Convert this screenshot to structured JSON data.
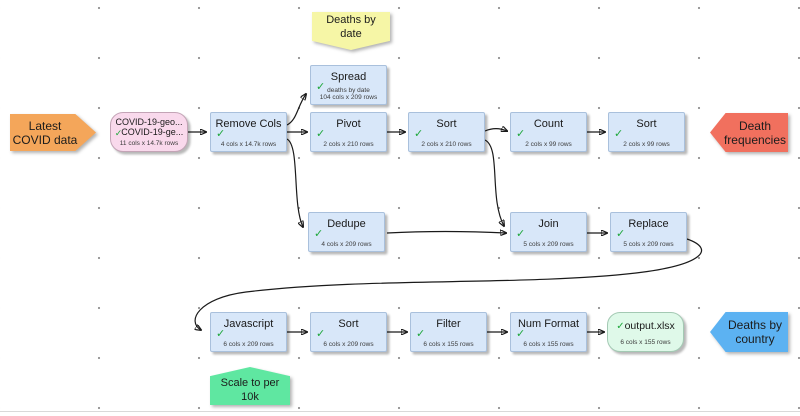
{
  "icons": {
    "check": "✓"
  },
  "source_node": {
    "title1": "COVID-19-geo...",
    "title2": "COVID-19-ge...",
    "sub": "11 cols x 14.7k rows"
  },
  "output_node": {
    "title": "output.xlsx",
    "sub": "6 cols x 155 rows"
  },
  "nodes": [
    {
      "title": "Remove Cols",
      "sub": "4 cols x 14.7k rows"
    },
    {
      "title": "Spread",
      "sub": "deaths by date\n104 cols x 209 rows"
    },
    {
      "title": "Pivot",
      "sub": "2 cols x 210 rows"
    },
    {
      "title": "Sort",
      "sub": "2 cols x 210 rows"
    },
    {
      "title": "Count",
      "sub": "2 cols x 99 rows"
    },
    {
      "title": "Sort",
      "sub": "2 cols x 99 rows"
    },
    {
      "title": "Dedupe",
      "sub": "4 cols x 209 rows"
    },
    {
      "title": "Join",
      "sub": "5 cols x 209 rows"
    },
    {
      "title": "Replace",
      "sub": "5 cols x 209 rows"
    },
    {
      "title": "Javascript",
      "sub": "6 cols x 209 rows"
    },
    {
      "title": "Sort",
      "sub": "6 cols x 209 rows"
    },
    {
      "title": "Filter",
      "sub": "6 cols x 155 rows"
    },
    {
      "title": "Num Format",
      "sub": "6 cols x 155 rows"
    }
  ],
  "tags": {
    "input": "Latest\nCOVID data",
    "death_frequencies": "Death\nfrequencies",
    "deaths_by_country": "Deaths by\ncountry"
  },
  "notes": {
    "deaths_by_date": "Deaths by\ndate",
    "scale": "Scale to per\n10k"
  },
  "colors": {
    "node_fill": "#d8e7f9",
    "source_fill": "#f9d9ec",
    "output_fill": "#dff9e9",
    "input_tag": "#f4a65a",
    "freq_tag": "#f1705e",
    "country_tag": "#5cb2f2",
    "note_yellow": "#f6f6a6",
    "note_green": "#5fe7a1",
    "check_green": "#1fa83c"
  }
}
